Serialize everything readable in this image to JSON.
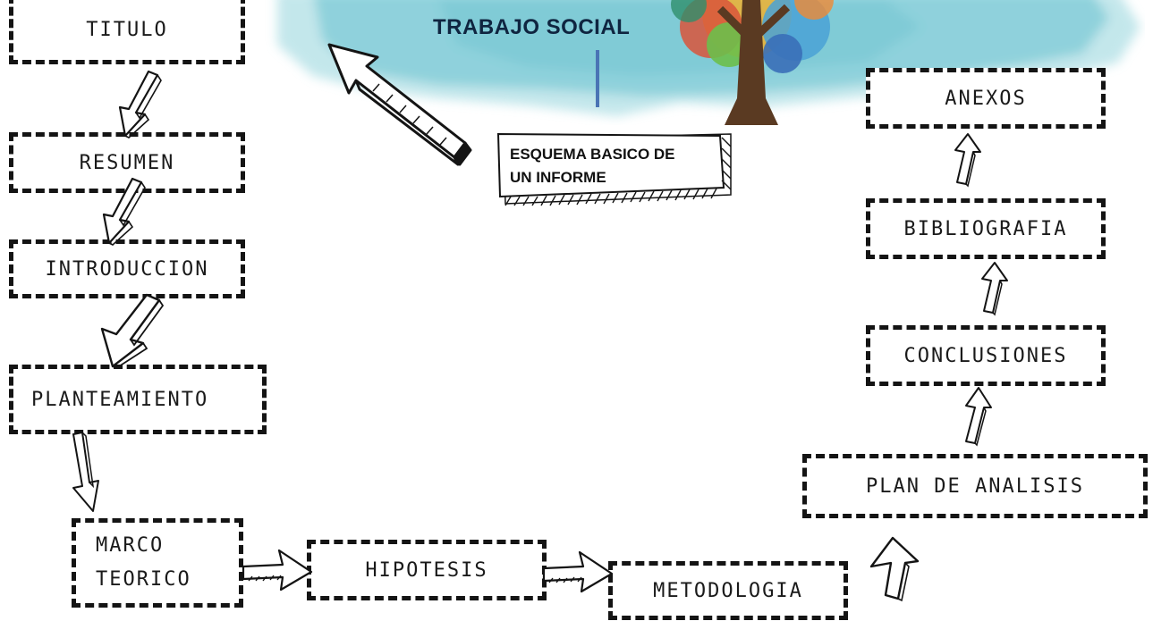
{
  "header": {
    "title": "TRABAJO SOCIAL"
  },
  "caption": {
    "line1": "ESQUEMA BASICO DE",
    "line2": "UN INFORME"
  },
  "steps": {
    "titulo": "TITULO",
    "resumen": "RESUMEN",
    "introduccion": "INTRODUCCION",
    "planteamiento": "PLANTEAMIENTO",
    "marco_line1": "MARCO",
    "marco_line2": "TEORICO",
    "hipotesis": "HIPOTESIS",
    "metodologia": "METODOLOGIA",
    "plan_analisis": "PLAN DE ANALISIS",
    "conclusiones": "CONCLUSIONES",
    "bibliografia": "BIBLIOGRAFIA",
    "anexos": "ANEXOS"
  },
  "colors": {
    "watercolor": "#7ccad6",
    "watercolor_light": "#b9e3e8",
    "trunk": "#5a3a22",
    "ink": "#141414",
    "title_ink": "#0f2540",
    "divider": "#4a74b5"
  },
  "icons": [
    "hand-tree-icon",
    "pointing-arrow-icon",
    "flow-arrow-icon"
  ]
}
